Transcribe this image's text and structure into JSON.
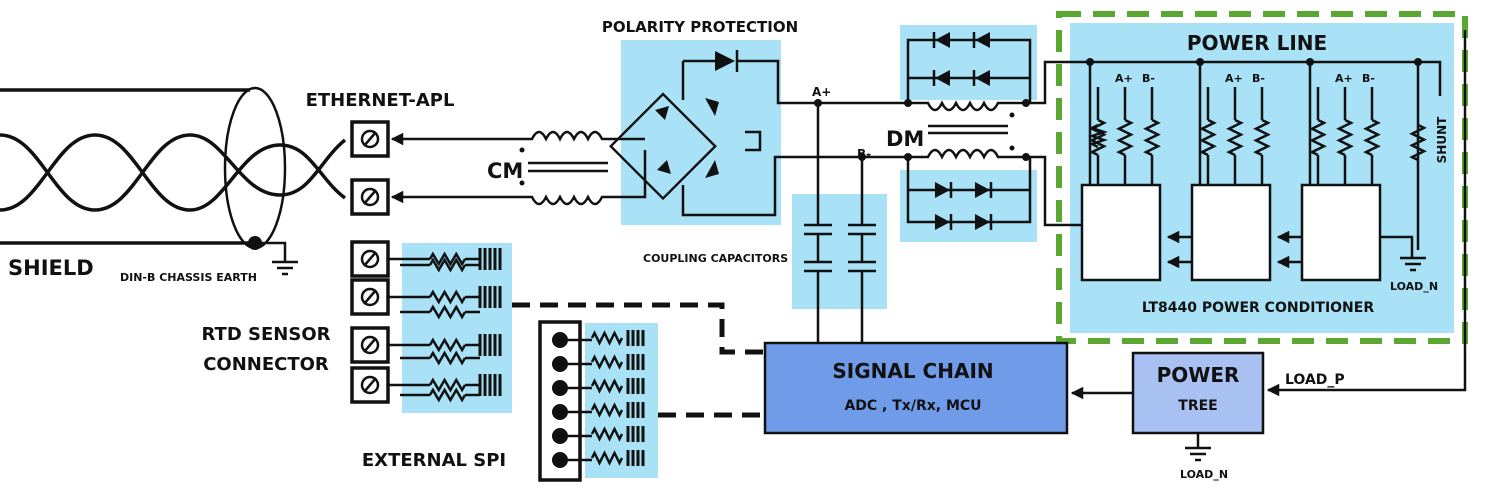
{
  "labels": {
    "polarity_protection": "POLARITY PROTECTION",
    "power_line": "POWER LINE",
    "ethernet_apl": "ETHERNET-APL",
    "shield": "SHIELD",
    "chassis_earth": "DIN-B CHASSIS EARTH",
    "cm": "CM",
    "dm": "DM",
    "a_plus": "A+",
    "b_minus": "B-",
    "coupling_capacitors": "COUPLING CAPACITORS",
    "rtd_line1": "RTD SENSOR",
    "rtd_line2": "CONNECTOR",
    "external_spi": "EXTERNAL SPI",
    "signal_chain": "SIGNAL CHAIN",
    "signal_chain_sub": "ADC , Tx/Rx,  MCU",
    "power": "POWER",
    "tree": "TREE",
    "load_p": "LOAD_P",
    "load_n": "LOAD_N",
    "shunt": "SHUNT",
    "lt8440": "LT8440 POWER CONDITIONER"
  },
  "colors": {
    "zone": "#a9e2f6",
    "signal_chain": "#6f9be8",
    "power_tree": "#a8c0f2",
    "dashed_border": "#5aa832"
  }
}
